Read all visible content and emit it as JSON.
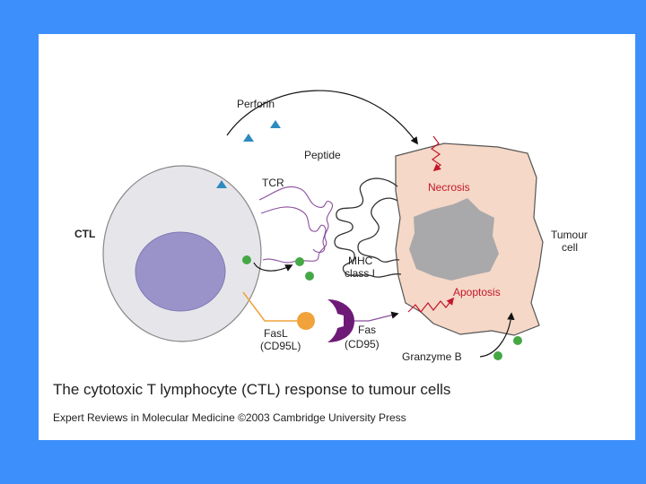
{
  "diagram": {
    "labels": {
      "perforin": "Perforin",
      "peptide": "Peptide",
      "tcr": "TCR",
      "ctl": "CTL",
      "necrosis": "Necrosis",
      "tumour_line1": "Tumour",
      "tumour_line2": "cell",
      "mhc_line1": "MHC",
      "mhc_line2": "class I",
      "apoptosis": "Apoptosis",
      "fasl_line1": "FasL",
      "fasl_line2": "(CD95L)",
      "fas_line1": "Fas",
      "fas_line2": "(CD95)",
      "granzyme": "Granzyme B"
    },
    "colors": {
      "ctl_cell": "#e6e6ea",
      "nucleus": "#9a93c9",
      "tumour_cell": "#f5d8c7",
      "tumour_nucleus": "#a9a9ab",
      "perforin": "#2e8bbf",
      "granzyme": "#45a845",
      "fasl": "#f1a23a",
      "fas": "#6e1b78",
      "receptor_line": "#8a4f9c",
      "effect_red": "#c4172c"
    }
  },
  "caption": "The cytotoxic T lymphocyte (CTL) response to tumour cells",
  "credit": "Expert Reviews in Molecular Medicine ©2003 Cambridge University Press"
}
